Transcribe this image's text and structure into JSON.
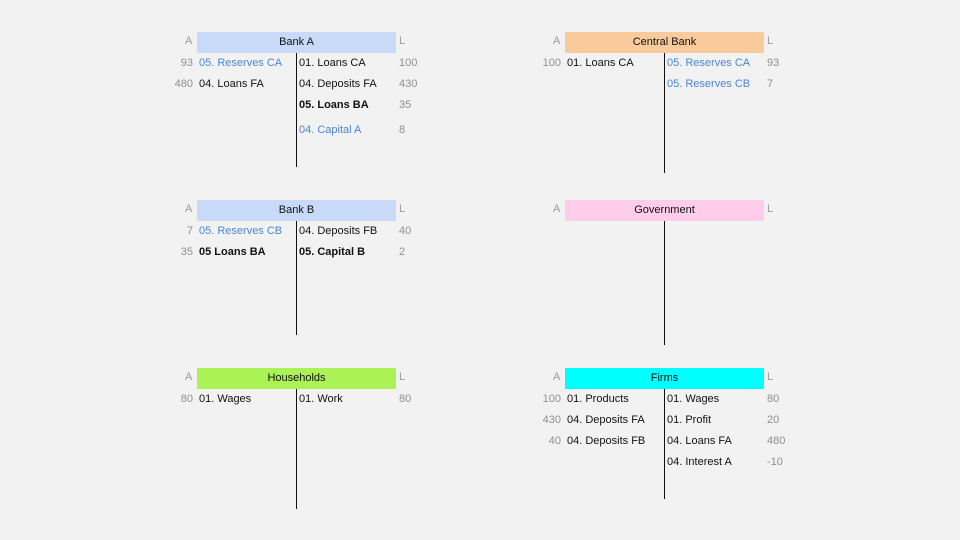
{
  "labels": {
    "assets": "A",
    "liabilities": "L"
  },
  "accounts": [
    {
      "title": "Bank A",
      "color": "#c9daf8",
      "assets": [
        {
          "value": "93",
          "name": "05. Reserves CA",
          "style": "blue"
        },
        {
          "value": "480",
          "name": "04. Loans FA",
          "style": ""
        }
      ],
      "liabilities": [
        {
          "value": "100",
          "name": "01. Loans CA",
          "style": ""
        },
        {
          "value": "430",
          "name": "04. Deposits FA",
          "style": ""
        },
        {
          "value": "35",
          "name": "05. Loans BA",
          "style": "bold"
        },
        {
          "value": "8",
          "name": "04. Capital A",
          "style": "blue"
        }
      ]
    },
    {
      "title": "Central Bank",
      "color": "#f9cb9c",
      "assets": [
        {
          "value": "100",
          "name": "01. Loans CA",
          "style": ""
        }
      ],
      "liabilities": [
        {
          "value": "93",
          "name": "05. Reserves CA",
          "style": "blue"
        },
        {
          "value": "7",
          "name": "05. Reserves CB",
          "style": "blue"
        }
      ]
    },
    {
      "title": "Bank B",
      "color": "#c9daf8",
      "assets": [
        {
          "value": "7",
          "name": "05. Reserves CB",
          "style": "blue"
        },
        {
          "value": "35",
          "name": "05 Loans BA",
          "style": "bold"
        }
      ],
      "liabilities": [
        {
          "value": "40",
          "name": "04. Deposits FB",
          "style": ""
        },
        {
          "value": "2",
          "name": "05. Capital B",
          "style": "bold"
        }
      ]
    },
    {
      "title": "Government",
      "color": "#ffccea",
      "assets": [],
      "liabilities": []
    },
    {
      "title": "Households",
      "color": "#aaf255",
      "assets": [
        {
          "value": "80",
          "name": "01. Wages",
          "style": ""
        }
      ],
      "liabilities": [
        {
          "value": "80",
          "name": "01. Work",
          "style": ""
        }
      ]
    },
    {
      "title": "Firms",
      "color": "#00ffff",
      "assets": [
        {
          "value": "100",
          "name": "01. Products",
          "style": ""
        },
        {
          "value": "430",
          "name": "04. Deposits FA",
          "style": ""
        },
        {
          "value": "40",
          "name": "04. Deposits FB",
          "style": ""
        }
      ],
      "liabilities": [
        {
          "value": "80",
          "name": "01. Wages",
          "style": ""
        },
        {
          "value": "20",
          "name": "01. Profit",
          "style": ""
        },
        {
          "value": "480",
          "name": "04. Loans FA",
          "style": ""
        },
        {
          "value": "-10",
          "name": "04. Interest A",
          "style": ""
        }
      ]
    }
  ]
}
